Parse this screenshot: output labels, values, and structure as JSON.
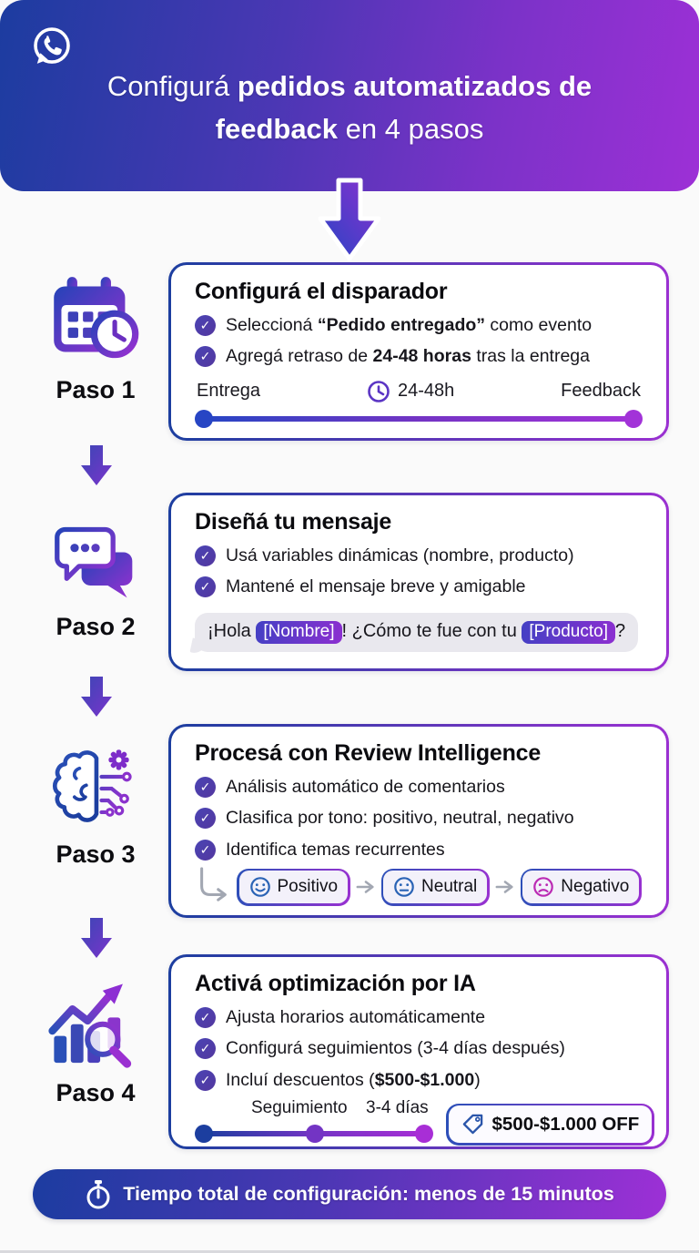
{
  "header": {
    "t1": "Configurá ",
    "t2": "pedidos automatizados de feedback",
    "t3": " en 4 pasos"
  },
  "steps": [
    {
      "label": "Paso 1",
      "icon": "calendar-clock-icon",
      "title": "Configurá el disparador",
      "items": [
        {
          "pre": "Seleccioná ",
          "bold": "“Pedido entregado”",
          "post": " como evento"
        },
        {
          "pre": "Agregá retraso de ",
          "bold": "24-48 horas",
          "post": " tras la entrega"
        }
      ],
      "timeline": {
        "start": "Entrega",
        "mid": "24-48h",
        "end": "Feedback"
      }
    },
    {
      "label": "Paso 2",
      "icon": "chat-bubbles-icon",
      "title": "Diseñá tu mensaje",
      "items": [
        {
          "pre": "Usá variables dinámicas (nombre, producto)"
        },
        {
          "pre": "Mantené el mensaje breve y amigable"
        }
      ],
      "message": {
        "p1": "¡Hola ",
        "var1": "[Nombre]",
        "p2": "! ¿Cómo te fue con tu ",
        "var2": "[Producto]",
        "p3": "?"
      }
    },
    {
      "label": "Paso 3",
      "icon": "brain-circuit-icon",
      "title": "Procesá con Review Intelligence",
      "items": [
        {
          "pre": "Análisis automático de comentarios"
        },
        {
          "pre": "Clasifica por tono: positivo, neutral, negativo"
        },
        {
          "pre": "Identifica temas recurrentes"
        }
      ],
      "sentiments": [
        {
          "label": "Positivo",
          "mood": "happy"
        },
        {
          "label": "Neutral",
          "mood": "neutral"
        },
        {
          "label": "Negativo",
          "mood": "sad"
        }
      ]
    },
    {
      "label": "Paso 4",
      "icon": "chart-search-icon",
      "title": "Activá optimización por IA",
      "items": [
        {
          "pre": "Ajusta horarios automáticamente"
        },
        {
          "pre": "Configurá seguimientos (3-4 días después)"
        },
        {
          "pre": "Incluí descuentos (",
          "bold": "$500-$1.000",
          "post": ")"
        }
      ],
      "followup": {
        "label1": "Seguimiento",
        "label2": "3-4 días"
      },
      "discount": "$500-$1.000 OFF"
    }
  ],
  "footer": {
    "text": "Tiempo total de configuración: menos de 15 minutos"
  },
  "colors": {
    "gradient_blue": "#1c3ca0",
    "gradient_purple": "#9d30d6",
    "check_badge": "#4a44b4",
    "face_blue": "#2a63b5",
    "face_magenta": "#bb2ab4",
    "bubble_gray": "#e9e8ee"
  }
}
